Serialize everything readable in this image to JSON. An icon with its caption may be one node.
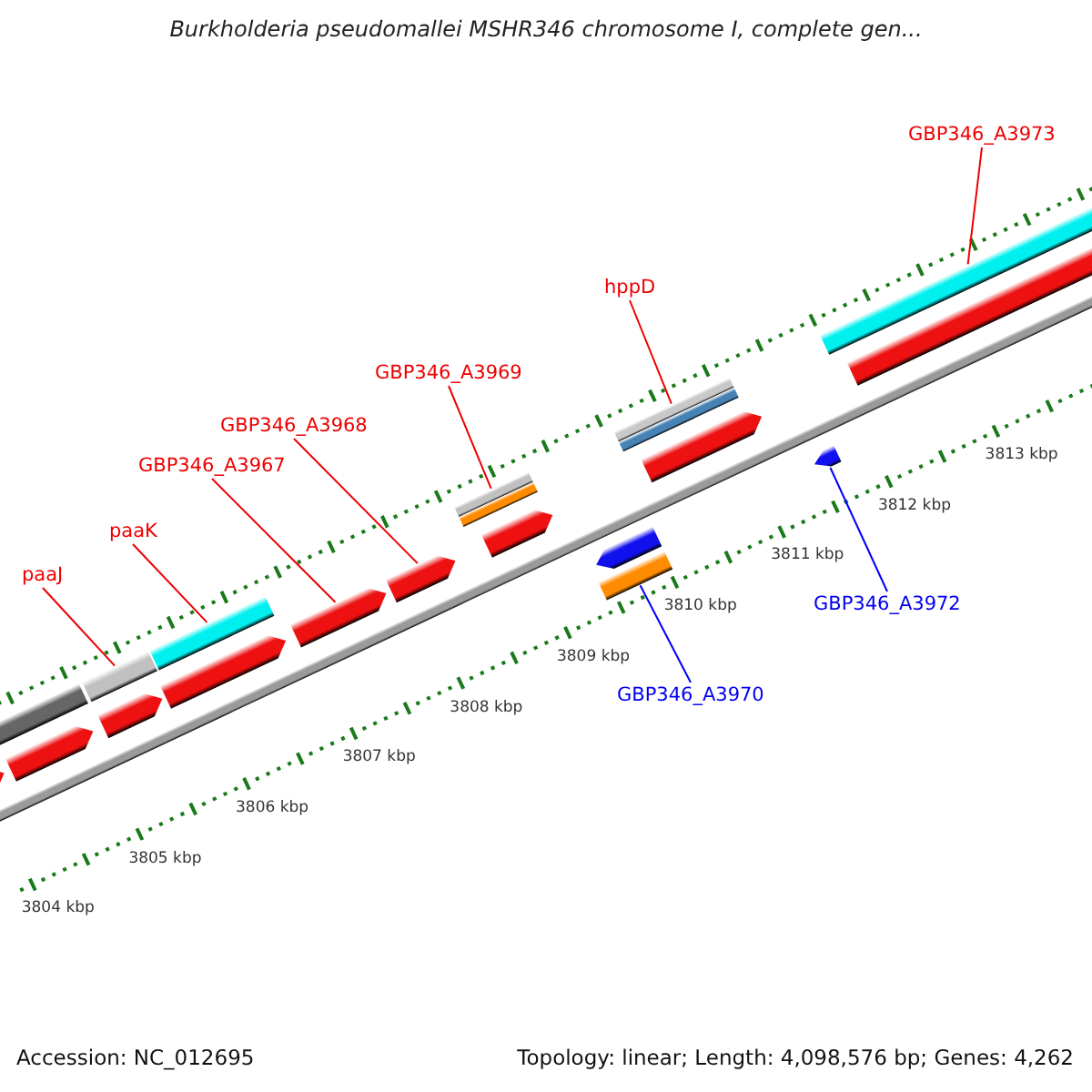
{
  "diagram": {
    "title": "Burkholderia pseudomallei MSHR346 chromosome I, complete gen...",
    "nodes": [
      {
        "text": [
          "GBP346_A3973"
        ]
      },
      {
        "text": [
          "hppD"
        ]
      },
      {
        "text": [
          "GBP346_A3969"
        ]
      },
      {
        "text": [
          "GBP346_A3968"
        ]
      },
      {
        "text": [
          "GBP346_A3967"
        ]
      },
      {
        "text": [
          "paaK"
        ]
      },
      {
        "text": [
          "paaJ"
        ]
      },
      {
        "text": [
          "GBP346_A3972"
        ]
      },
      {
        "text": [
          "GBP346_A3970"
        ]
      },
      {
        "text": [],
        "shape": "bar"
      },
      {
        "text": [],
        "shape": "bar"
      },
      {
        "text": [],
        "shape": "arrow"
      },
      {
        "text": [],
        "shape": "arrow"
      },
      {
        "text": [],
        "shape": "bar"
      },
      {
        "text": [],
        "shape": "bar"
      },
      {
        "text": [],
        "shape": "bar"
      },
      {
        "text": [],
        "shape": "arrow"
      },
      {
        "text": [],
        "shape": "bar"
      },
      {
        "text": [],
        "shape": "arrow"
      },
      {
        "text": [],
        "shape": "bar"
      },
      {
        "text": [],
        "shape": "arrow"
      },
      {
        "text": [],
        "shape": "arrow"
      },
      {
        "text": [],
        "shape": "arrow"
      },
      {
        "text": [],
        "shape": "arrow"
      },
      {
        "text": [],
        "shape": "bar"
      },
      {
        "text": [],
        "shape": "arrow"
      },
      {
        "text": [],
        "shape": "bar"
      },
      {
        "text": [],
        "shape": "arrow"
      },
      {
        "text": [],
        "shape": "bar"
      }
    ],
    "edges": [
      {
        "from": 0,
        "to": 17,
        "arrow": "none"
      },
      {
        "from": 1,
        "to": 15,
        "arrow": "none"
      },
      {
        "from": 2,
        "to": 13,
        "arrow": "none"
      },
      {
        "from": 3,
        "to": 12,
        "arrow": "none"
      },
      {
        "from": 4,
        "to": 11,
        "arrow": "none"
      },
      {
        "from": 5,
        "to": 10,
        "arrow": "none"
      },
      {
        "from": 6,
        "to": 9,
        "arrow": "none"
      },
      {
        "from": 7,
        "to": 16,
        "arrow": "none",
        "color": "#0000ff"
      },
      {
        "from": 8,
        "to": 14,
        "arrow": "none",
        "color": "#0000ff"
      }
    ],
    "labels": [
      "3813 kbp",
      "3812 kbp",
      "3811 kbp",
      "3810 kbp",
      "3809 kbp",
      "3808 kbp",
      "3807 kbp",
      "3806 kbp",
      "3805 kbp",
      "3804 kbp",
      "Accession: NC_012695",
      "Topology: linear; Length: 4,098,576 bp; Genes: 4,262"
    ]
  }
}
